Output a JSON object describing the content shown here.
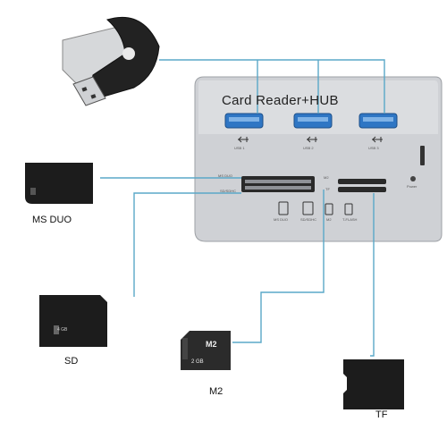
{
  "hub": {
    "title": "Card Reader+HUB",
    "usb_ports": [
      "USB 1",
      "USB 2",
      "USB 3"
    ],
    "slot_labels": {
      "ms_duo": "MS DUO",
      "sd": "SD/SDHC",
      "m2": "M2",
      "tf": "TF",
      "power": "Power"
    },
    "icon_labels": [
      "MS DUO",
      "SD/SDHC",
      "M2",
      "T-FLASH"
    ]
  },
  "cards": {
    "ms_duo": {
      "label": "MS DUO"
    },
    "sd": {
      "label": "SD",
      "chip_text": "4 GB"
    },
    "m2": {
      "label": "M2",
      "chip_text": "M2",
      "chip_sub": "2 GB"
    },
    "tf": {
      "label": "TF"
    }
  },
  "colors": {
    "connector": "#5aa8c8",
    "hub_body": "#c9cbcf",
    "usb_blue": "#2f76c4",
    "card_black": "#1c1c1c"
  }
}
